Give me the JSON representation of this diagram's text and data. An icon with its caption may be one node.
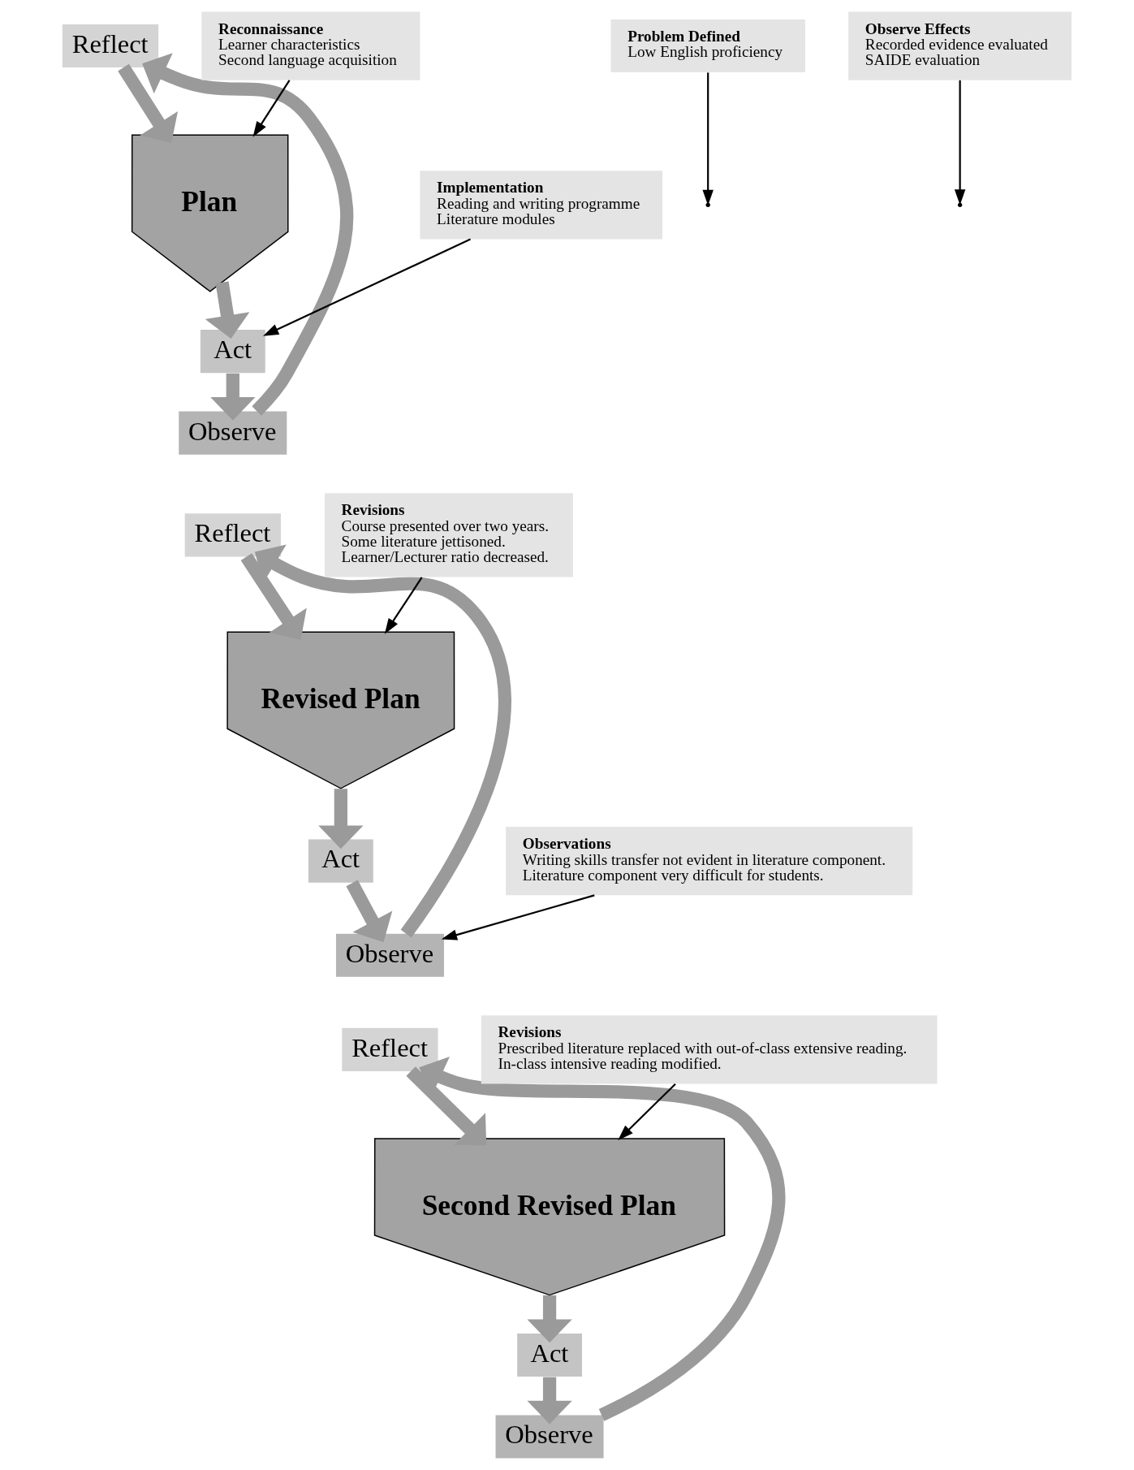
{
  "diagram": {
    "nodes": [
      {
        "text": [
          "Reflect"
        ]
      },
      {
        "text": [
          "Plan"
        ]
      },
      {
        "text": [
          "Act"
        ]
      },
      {
        "text": [
          "Observe"
        ]
      },
      {
        "text": [
          "Problem Defined",
          "Low English proficiency"
        ]
      },
      {
        "text": [
          "Reconnaissance",
          "Learner characteristics",
          "Second language acquisition"
        ]
      },
      {
        "text": [
          "Implementation",
          "Reading and writing programme",
          "Literature modules"
        ]
      },
      {
        "text": [
          "Observe Effects",
          "Recorded evidence evaluated",
          "SAIDE evaluation"
        ]
      },
      {
        "text": [
          "Reflect"
        ]
      },
      {
        "text": [
          "Revised Plan"
        ]
      },
      {
        "text": [
          "Act"
        ]
      },
      {
        "text": [
          "Observe"
        ]
      },
      {
        "text": [
          "Revisions",
          "Course presented over two years.",
          "Some literature jettisoned.",
          "Learner/Lecturer ratio decreased."
        ]
      },
      {
        "text": [
          "Observations",
          "Writing skills transfer not evident in literature component.",
          "Literature component very difficult for students."
        ]
      },
      {
        "text": [
          "Reflect"
        ]
      },
      {
        "text": [
          "Second Revised Plan"
        ]
      },
      {
        "text": [
          "Act"
        ]
      },
      {
        "text": [
          "Observe"
        ]
      },
      {
        "text": [
          "Revisions",
          "Prescribed literature replaced with out-of-class extensive reading.",
          "In-class intensive reading modified."
        ]
      }
    ],
    "edges": [
      {
        "from": 0,
        "to": 1,
        "arrow": "to"
      },
      {
        "from": 1,
        "to": 2,
        "arrow": "to"
      },
      {
        "from": 2,
        "to": 3,
        "arrow": "to"
      },
      {
        "from": 3,
        "to": 0,
        "arrow": "to"
      },
      {
        "from": 4,
        "to": null,
        "arrow": "to",
        "color": "#000000"
      },
      {
        "from": 5,
        "to": 1,
        "arrow": "to",
        "color": "#000000"
      },
      {
        "from": 6,
        "to": 2,
        "arrow": "to",
        "color": "#000000"
      },
      {
        "from": 7,
        "to": null,
        "arrow": "to",
        "color": "#000000"
      },
      {
        "from": 8,
        "to": 9,
        "arrow": "to"
      },
      {
        "from": 9,
        "to": 10,
        "arrow": "to"
      },
      {
        "from": 10,
        "to": 11,
        "arrow": "to"
      },
      {
        "from": 11,
        "to": 8,
        "arrow": "to"
      },
      {
        "from": 12,
        "to": 9,
        "arrow": "to",
        "color": "#000000"
      },
      {
        "from": 13,
        "to": 11,
        "arrow": "to",
        "color": "#000000"
      },
      {
        "from": 14,
        "to": 15,
        "arrow": "to"
      },
      {
        "from": 15,
        "to": 16,
        "arrow": "to"
      },
      {
        "from": 16,
        "to": 17,
        "arrow": "to"
      },
      {
        "from": 17,
        "to": 14,
        "arrow": "to"
      },
      {
        "from": 18,
        "to": 15,
        "arrow": "to",
        "color": "#000000"
      }
    ]
  }
}
